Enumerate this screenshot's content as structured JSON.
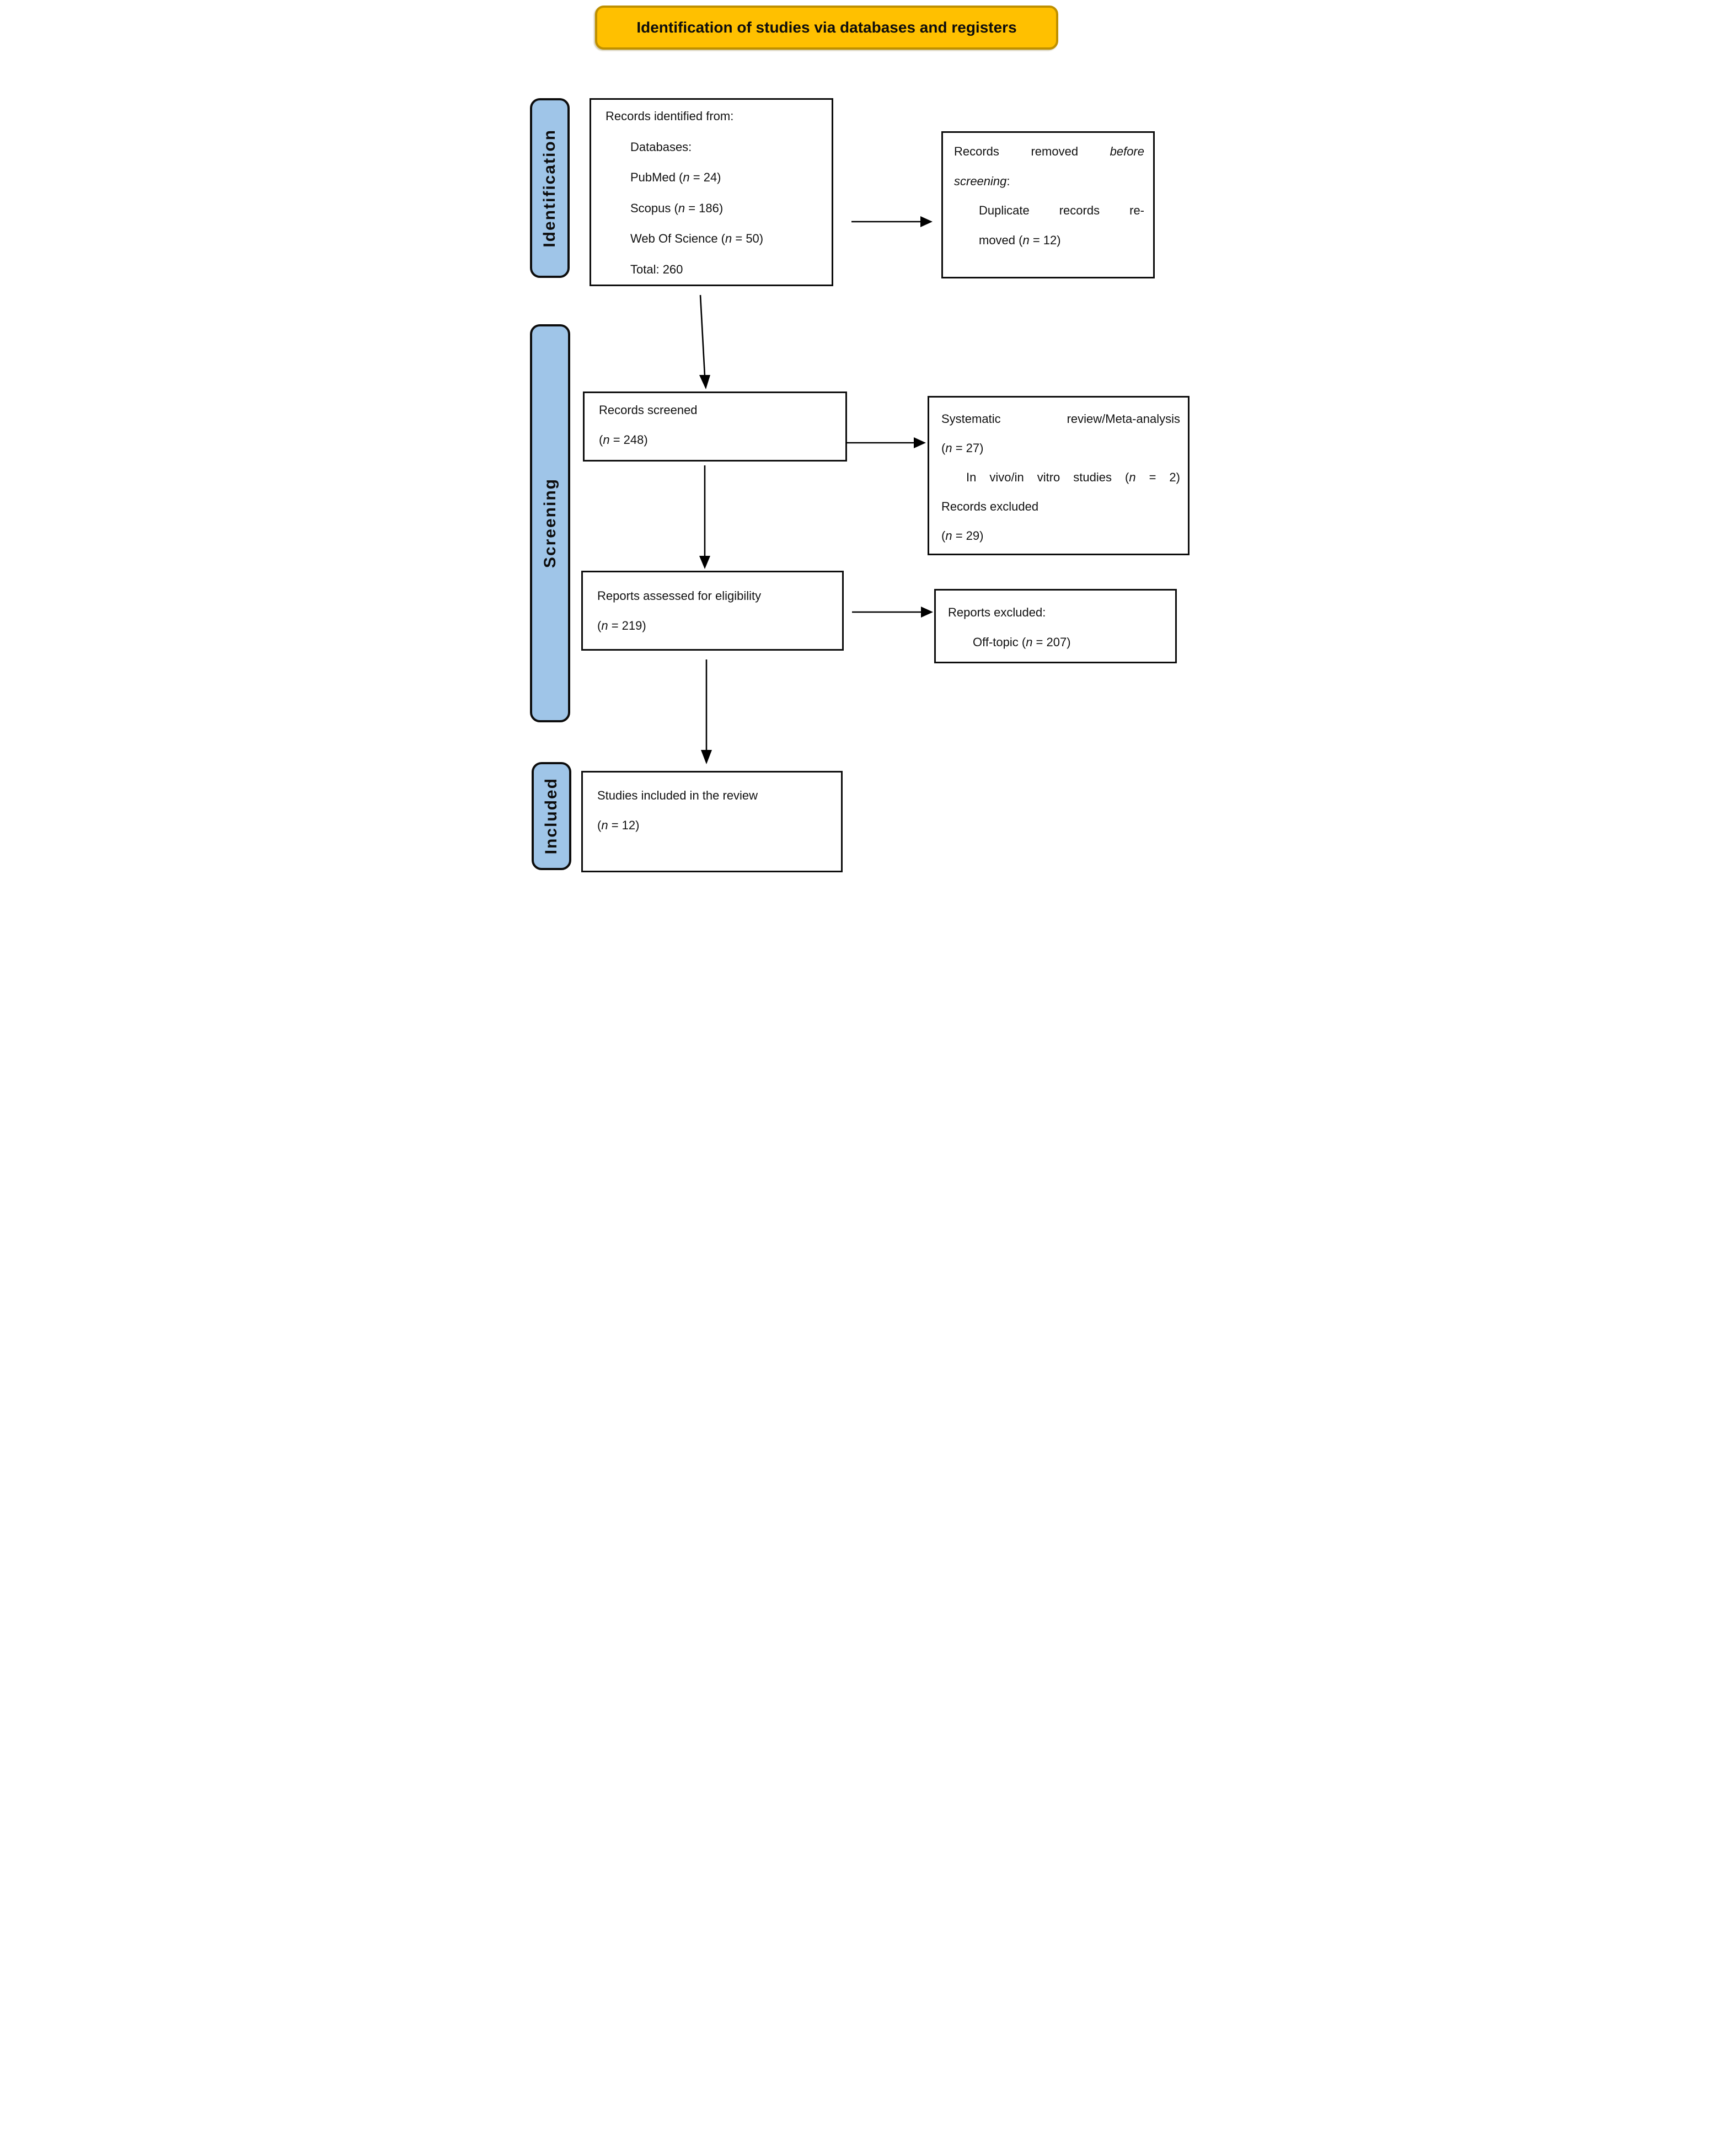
{
  "title": {
    "text": "Identification of studies via databases and registers"
  },
  "stage_labels": [
    {
      "id": "identification",
      "text": "Identification"
    },
    {
      "id": "screening",
      "text": "Screening"
    },
    {
      "id": "included",
      "text": "Included"
    }
  ],
  "boxes": {
    "records_identified": {
      "lines": [
        {
          "segs": [
            {
              "t": "Records identified from:"
            }
          ]
        },
        {
          "indent": 1,
          "segs": [
            {
              "t": "Databases:"
            }
          ]
        },
        {
          "indent": 1,
          "segs": [
            {
              "t": "PubMed ("
            },
            {
              "t": "n",
              "i": true
            },
            {
              "t": " = 24)"
            }
          ]
        },
        {
          "indent": 1,
          "segs": [
            {
              "t": "Scopus ("
            },
            {
              "t": "n",
              "i": true
            },
            {
              "t": " = 186)"
            }
          ]
        },
        {
          "indent": 1,
          "segs": [
            {
              "t": "Web Of Science ("
            },
            {
              "t": "n",
              "i": true
            },
            {
              "t": " = 50)"
            }
          ]
        },
        {
          "indent": 1,
          "segs": [
            {
              "t": "Total: 260"
            }
          ]
        }
      ]
    },
    "records_removed": {
      "lines": [
        {
          "just": 1,
          "segs": [
            {
              "t": "Records removed "
            },
            {
              "t": "before",
              "i": true
            }
          ]
        },
        {
          "segs": [
            {
              "t": "screening",
              "i": true
            },
            {
              "t": ":"
            }
          ]
        },
        {
          "indent": 1,
          "just": 1,
          "segs": [
            {
              "t": "Duplicate records re-"
            }
          ]
        },
        {
          "indent": 1,
          "segs": [
            {
              "t": "moved ("
            },
            {
              "t": "n",
              "i": true
            },
            {
              "t": " = 12)"
            }
          ]
        }
      ]
    },
    "records_screened": {
      "lines": [
        {
          "segs": [
            {
              "t": "Records screened"
            }
          ]
        },
        {
          "segs": [
            {
              "t": "("
            },
            {
              "t": "n",
              "i": true
            },
            {
              "t": " = 248)"
            }
          ]
        }
      ]
    },
    "screening_excluded": {
      "lines": [
        {
          "just": 1,
          "segs": [
            {
              "t": "Systematic review/Meta-analysis"
            }
          ]
        },
        {
          "segs": [
            {
              "t": "("
            },
            {
              "t": "n",
              "i": true
            },
            {
              "t": " = 27)"
            }
          ]
        },
        {
          "indent": 1,
          "just": 1,
          "segs": [
            {
              "t": "In vivo/in vitro studies ("
            },
            {
              "t": "n",
              "i": true
            },
            {
              "t": " = 2)"
            }
          ]
        },
        {
          "segs": [
            {
              "t": "Records excluded"
            }
          ]
        },
        {
          "segs": [
            {
              "t": "("
            },
            {
              "t": "n",
              "i": true
            },
            {
              "t": " = 29)"
            }
          ]
        }
      ]
    },
    "reports_assessed": {
      "lines": [
        {
          "segs": [
            {
              "t": "Reports assessed for eligibility"
            }
          ]
        },
        {
          "segs": [
            {
              "t": "("
            },
            {
              "t": "n",
              "i": true
            },
            {
              "t": " = 219)"
            }
          ]
        }
      ]
    },
    "reports_excluded": {
      "lines": [
        {
          "segs": [
            {
              "t": "Reports excluded:"
            }
          ]
        },
        {
          "indent": 1,
          "segs": [
            {
              "t": "Off-topic ("
            },
            {
              "t": "n",
              "i": true
            },
            {
              "t": " = 207)"
            }
          ]
        }
      ]
    },
    "studies_included": {
      "lines": [
        {
          "segs": [
            {
              "t": "Studies included in the review"
            }
          ]
        },
        {
          "segs": [
            {
              "t": "("
            },
            {
              "t": "n",
              "i": true
            },
            {
              "t": " = 12)"
            }
          ]
        }
      ]
    }
  },
  "colors": {
    "banner_fill": "#FFC000",
    "banner_border": "#BF9000",
    "stage_fill": "#9FC5E8",
    "outline": "#0d0d0d",
    "arrow": "#000000"
  }
}
